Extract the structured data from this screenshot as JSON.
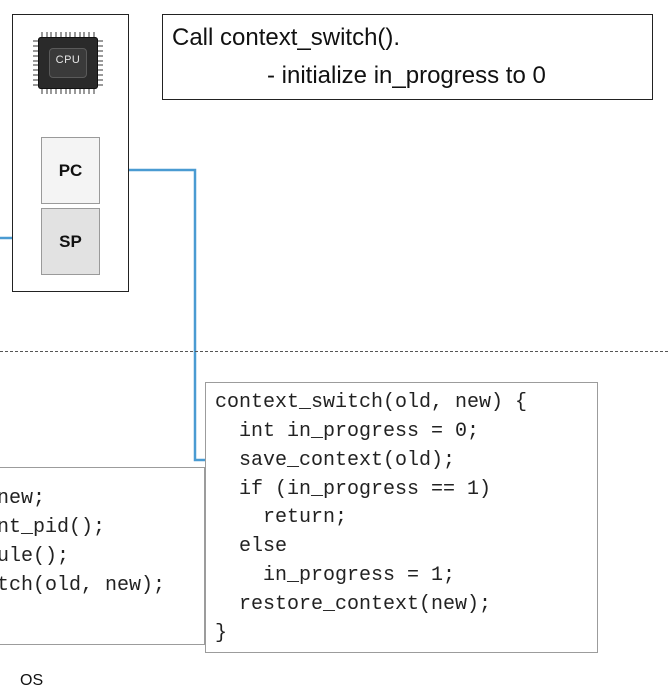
{
  "cpu": {
    "chip_label": "CPU",
    "registers": {
      "pc": "PC",
      "sp": "SP"
    }
  },
  "note": {
    "line1": "Call context_switch().",
    "line2": "- initialize in_progress to 0"
  },
  "left_code": [
    "new;",
    "nt_pid();",
    "ule();",
    "tch(old, new);"
  ],
  "right_code": [
    "context_switch(old, new) {",
    "  int in_progress = 0;",
    "  save_context(old);",
    "  if (in_progress == 1)",
    "    return;",
    "  else",
    "    in_progress = 1;",
    "  restore_context(new);",
    "}"
  ],
  "os_label": "OS",
  "colors": {
    "arrow": "#4a9bd2"
  }
}
